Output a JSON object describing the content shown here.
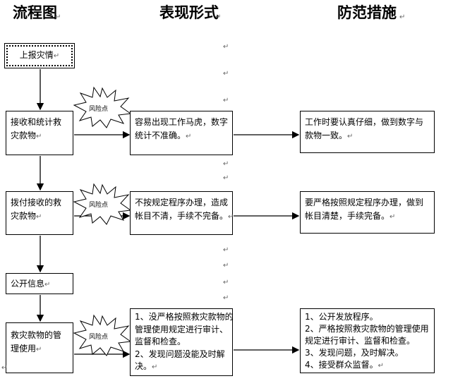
{
  "headers": {
    "flow": "流程图",
    "form": "表现形式",
    "prevent": "防范措施"
  },
  "paragraph_mark": "↵",
  "risk_label": "风险点",
  "flow": {
    "report": "上报灾情",
    "receive": [
      "接收和统计救",
      "灾款物"
    ],
    "allocate": [
      "拨付接收的救",
      "灾款物"
    ],
    "publish": "公开信息",
    "manage": [
      "救灾款物的管",
      "理使用"
    ]
  },
  "forms": {
    "receive": [
      "容易出现工作马虎，数字",
      "统计不准确。"
    ],
    "allocate": [
      "不按规定程序办理，造成",
      "帐目不清，手续不完备。"
    ],
    "manage": [
      "1、没严格按照救灾款物的",
      "管理使用规定进行审计、",
      "监督和检查。",
      "2、发现问题没能及时解",
      "决。"
    ]
  },
  "measures": {
    "receive": [
      "工作时要认真仔细，做到数字与",
      "款物一致。"
    ],
    "allocate": [
      "要严格按照规定程序办理，做到",
      "帐目清楚，手续完备。"
    ],
    "manage": [
      "1、公开发放程序。",
      "2、严格按照救灾款物的管理使用",
      "规定进行审计、监督和检查。",
      "3、发现问题，及时解决。",
      "4、接受群众监督。"
    ]
  }
}
